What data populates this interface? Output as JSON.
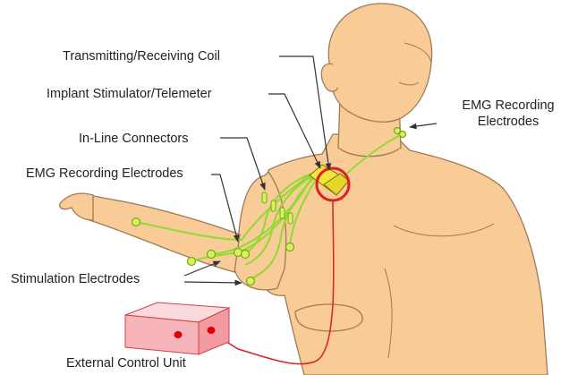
{
  "colors": {
    "skin": "#F9CB97",
    "skin_outline": "#9C7B58",
    "wire": "#8FDB2F",
    "electrode": "#D9F25A",
    "implant": "#F2E53A",
    "coil": "#E02020",
    "control_unit": "#F7B5BB",
    "button": "#E00000",
    "leader": "#333333"
  },
  "labels": {
    "transmitting_coil": "Transmitting/Receiving Coil",
    "implant_stimulator": "Implant Stimulator/Telemeter",
    "inline_connectors": "In-Line Connectors",
    "emg_left": "EMG Recording Electrodes",
    "emg_right_line1": "EMG Recording",
    "emg_right_line2": "Electrodes",
    "stimulation": "Stimulation Electrodes",
    "external_control": "External Control Unit"
  }
}
